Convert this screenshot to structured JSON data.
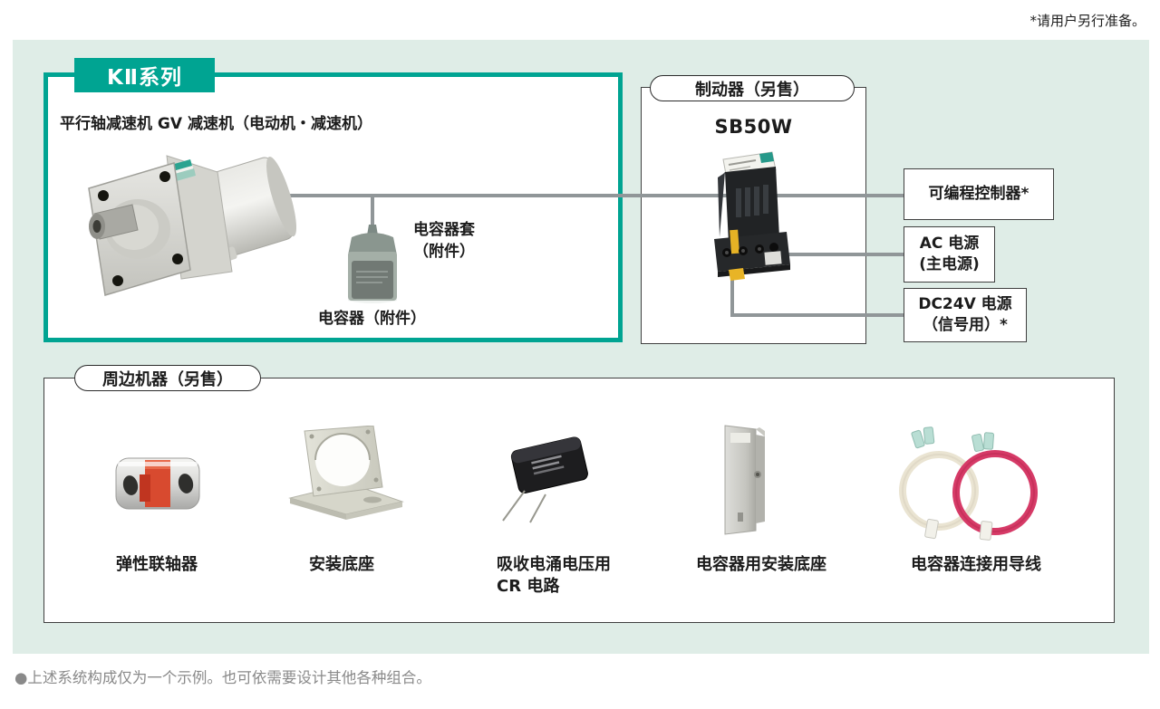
{
  "notes": {
    "top": "*请用户另行准备。",
    "bottom": "●上述系统构成仅为一个示例。也可依需要设计其他各种组合。"
  },
  "kii": {
    "series_label": "KⅡ系列",
    "title": "平行轴减速机 GV 减速机（电动机・减速机）",
    "capacitor_cap_label": "电容器套\n（附件）",
    "capacitor_label": "电容器（附件）"
  },
  "brake": {
    "pill": "制动器（另售）",
    "model": "SB50W"
  },
  "right_boxes": [
    {
      "label": "可编程控制器*"
    },
    {
      "label": "AC 电源\n(主电源)"
    },
    {
      "label": "DC24V 电源\n（信号用）*"
    }
  ],
  "peripherals": {
    "pill": "周边机器（另售）",
    "items": [
      {
        "label": "弹性联轴器",
        "image": "flexible-coupling-photo"
      },
      {
        "label": "安装底座",
        "image": "mounting-bracket-photo"
      },
      {
        "label": "吸收电涌电压用\nCR 电路",
        "image": "cr-circuit-photo"
      },
      {
        "label": "电容器用安装底座",
        "image": "capacitor-mounting-bracket-photo"
      },
      {
        "label": "电容器连接用导线",
        "image": "capacitor-lead-wires-photo"
      }
    ]
  },
  "colors": {
    "teal": "#00A492",
    "panel_bg": "#DFEDE7",
    "connector_line": "#909698",
    "box_border": "#3F3F3F",
    "note_gray": "#8A8A8A"
  }
}
